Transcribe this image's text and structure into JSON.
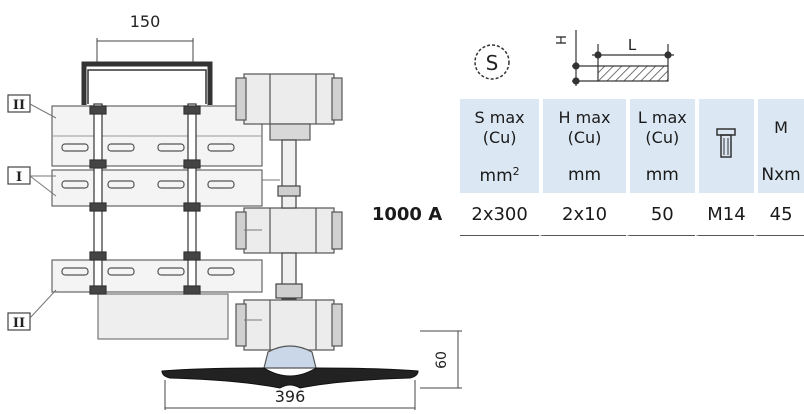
{
  "drawing": {
    "dim_top": "150",
    "dim_bottom": "396",
    "dim_height": "60",
    "labels": {
      "top": "II",
      "middle": "I",
      "bottom": "II"
    }
  },
  "header_icons": {
    "section_symbol": "S",
    "flat_bar_h": "H",
    "flat_bar_l": "L"
  },
  "table": {
    "headers": [
      {
        "line1": "S max",
        "line2": "(Cu)"
      },
      {
        "line1": "H max",
        "line2": "(Cu)"
      },
      {
        "line1": "L max",
        "line2": "(Cu)"
      },
      {
        "icon": "bolt-icon"
      },
      {
        "line1": "M",
        "line2": ""
      }
    ],
    "units": {
      "s": "mm",
      "s_sup": "2",
      "h": "mm",
      "l": "mm",
      "m": "Nxm"
    },
    "row": {
      "rating": "1000 A",
      "s_max": "2x300",
      "h_max": "2x10",
      "l_max": "50",
      "bolt": "M14",
      "torque": "45"
    }
  },
  "colors": {
    "header_bg": "#dbe7f2",
    "line": "#333333"
  }
}
